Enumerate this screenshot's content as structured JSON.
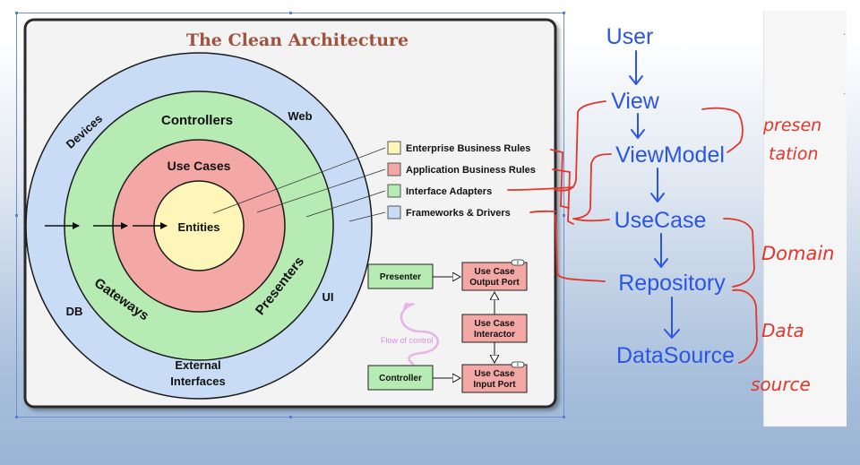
{
  "diagram": {
    "title": "The Clean Architecture",
    "ring_labels": {
      "outer_devices": "Devices",
      "outer_web": "Web",
      "outer_db": "DB",
      "outer_ui": "UI",
      "outer_external_1": "External",
      "outer_external_2": "Interfaces",
      "green_controllers": "Controllers",
      "green_gateways": "Gateways",
      "green_presenters": "Presenters",
      "red_use_cases": "Use Cases",
      "core_entities": "Entities"
    },
    "legend": [
      {
        "label": "Enterprise Business Rules",
        "color": "#fdf6b8"
      },
      {
        "label": "Application Business Rules",
        "color": "#f3a8a6"
      },
      {
        "label": "Interface Adapters",
        "color": "#b6ecb3"
      },
      {
        "label": "Frameworks & Drivers",
        "color": "#c9dcf5"
      }
    ],
    "flow": {
      "presenter": "Presenter",
      "controller": "Controller",
      "output_port_1": "Use Case",
      "output_port_2": "Output Port",
      "interactor_1": "Use Case",
      "interactor_2": "Interactor",
      "input_port_1": "Use Case",
      "input_port_2": "Input Port",
      "flow_of_control": "Flow of control",
      "port_marker": "I"
    }
  },
  "stack": [
    "User",
    "View",
    "ViewModel",
    "UseCase",
    "Repository",
    "DataSource"
  ],
  "handwritten": {
    "presentation_1": "presen",
    "presentation_2": "tation",
    "domain": "Domain",
    "data_1": "Data",
    "data_2": "source"
  },
  "colors": {
    "ring_blue": "#c9dcf5",
    "ring_green": "#b6ecb3",
    "ring_red": "#f3a8a6",
    "ring_yellow": "#fdf6b8",
    "title": "#a0523d",
    "stack_blue": "#2a55e6",
    "annotation_red": "#e2362a",
    "flow_pink": "#e6b3ea"
  }
}
